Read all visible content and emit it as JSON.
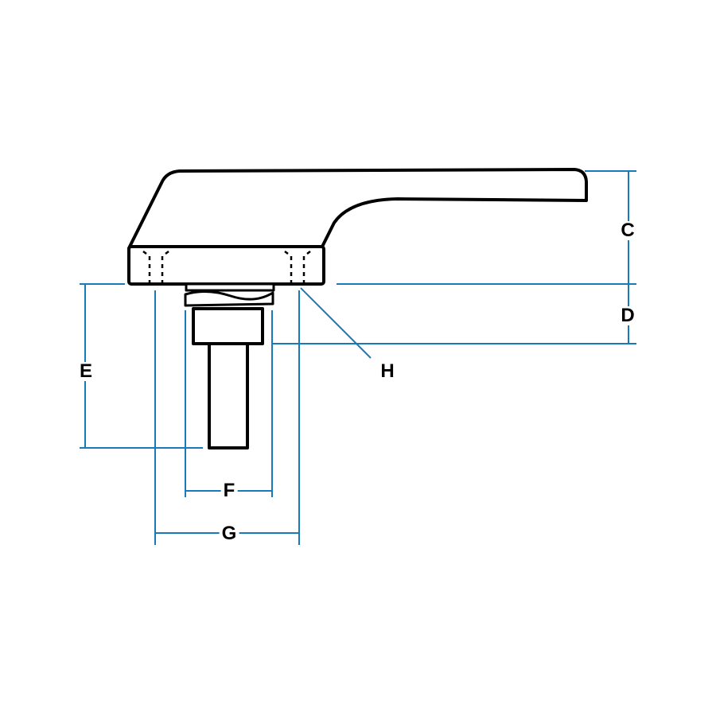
{
  "colors": {
    "dimension_line": "#1a7ab8",
    "outline": "#000000"
  },
  "labels": {
    "c": "C",
    "d": "D",
    "e": "E",
    "f": "F",
    "g": "G",
    "h": "H"
  }
}
